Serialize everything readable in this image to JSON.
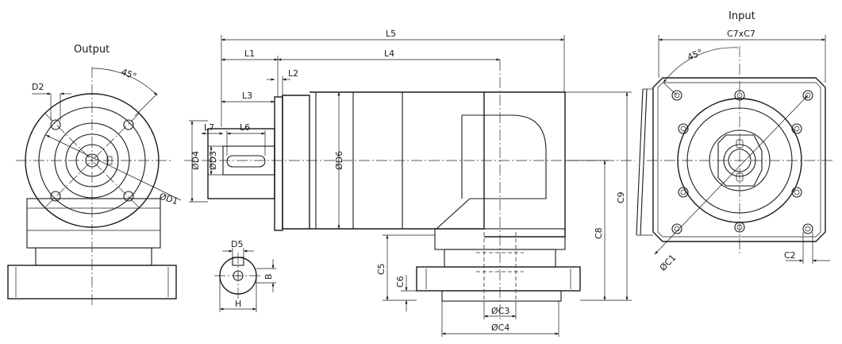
{
  "views": {
    "output_title": "Output",
    "input_title": "Input"
  },
  "dimensions": {
    "L1": "L1",
    "L2": "L2",
    "L3": "L3",
    "L4": "L4",
    "L5": "L5",
    "L6": "L6",
    "L7": "L7",
    "D2": "D2",
    "D5": "D5",
    "D1": "ØD1",
    "D3": "ØD3",
    "D4": "ØD4",
    "D6": "ØD6",
    "C1": "ØC1",
    "C2": "C2",
    "C3": "ØC3",
    "C4": "ØC4",
    "C5": "C5",
    "C6": "C6",
    "C7xC7": "C7xC7",
    "C8": "C8",
    "C9": "C9",
    "B": "B",
    "H": "H",
    "angle_output": "45°",
    "angle_input": "45°"
  }
}
